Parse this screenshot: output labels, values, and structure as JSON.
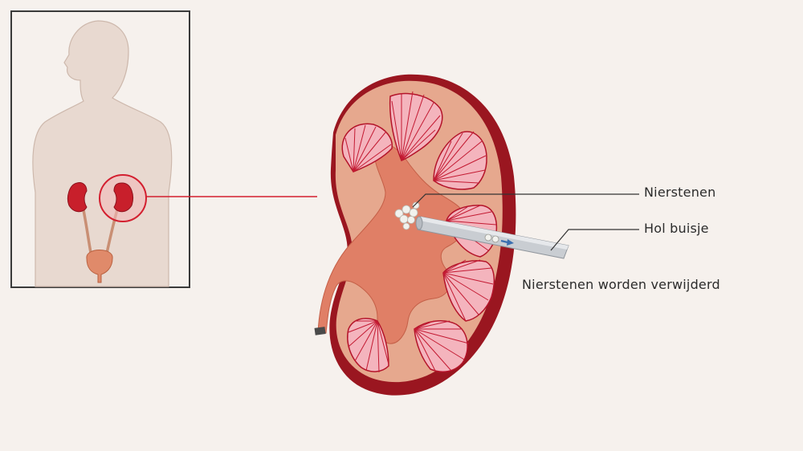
{
  "labels": {
    "stones": "Nierstenen",
    "tube": "Hol buisje",
    "removed": "Nierstenen worden verwijderd"
  },
  "colors": {
    "background": "#f6f1ed",
    "body_silhouette": "#e8d9d0",
    "kidney_outer": "#9a1620",
    "kidney_cortex": "#e6a88e",
    "kidney_medulla": "#e07f66",
    "pyramid_fill": "#f4b4bd",
    "pyramid_stroke": "#b4142a",
    "highlight_circle": "#d31f2f",
    "tube": "#c9cdd2",
    "arrow": "#3a6fb0",
    "stones": "#f2f2ee"
  }
}
